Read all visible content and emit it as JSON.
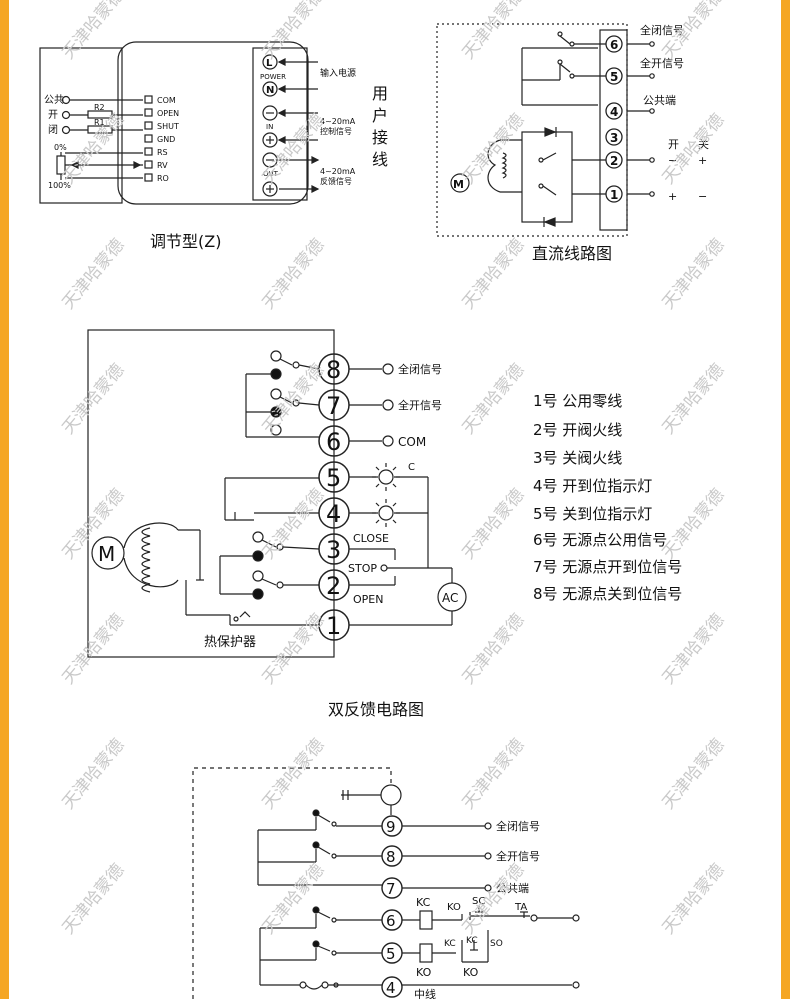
{
  "watermark": "天津哈蒙德",
  "regulating": {
    "caption": "调节型(Z)",
    "left_labels": [
      "公共",
      "开",
      "闭"
    ],
    "resistor_labels": [
      "R2",
      "R1"
    ],
    "pct_top": "0%",
    "pct_bottom": "100%",
    "pins": [
      "COM",
      "OPEN",
      "SHUT",
      "GND",
      "RS",
      "RV",
      "RO"
    ],
    "power_terms": [
      "L",
      "N"
    ],
    "power_label": "POWER",
    "in_label": "IN",
    "out_label": "OUT",
    "input_power": "输入电源",
    "ctrl_signal": [
      "4~20mA",
      "控制信号"
    ],
    "fb_signal": [
      "4~20mA",
      "反馈信号"
    ],
    "user_wiring": [
      "用",
      "户",
      "接",
      "线"
    ]
  },
  "dc": {
    "caption": "直流线路图",
    "terminals": [
      "6",
      "5",
      "4",
      "3",
      "2",
      "1"
    ],
    "labels": [
      "全闭信号",
      "全开信号",
      "公共端"
    ],
    "open": "开",
    "close": "关",
    "motor": "M"
  },
  "dual": {
    "caption": "双反馈电路图",
    "terminals": [
      "8",
      "7",
      "6",
      "5",
      "4",
      "3",
      "2",
      "1"
    ],
    "labels": [
      "全闭信号",
      "全开信号",
      "COM"
    ],
    "motor": "M",
    "c_label": "C",
    "close": "CLOSE",
    "stop": "STOP",
    "open": "OPEN",
    "ac": "AC",
    "thermal": "热保护器",
    "legend": [
      "1号  公用零线",
      "2号  开阀火线",
      "3号  关阀火线",
      "4号  开到位指示灯",
      "5号  关到位指示灯",
      "6号  无源点公用信号",
      "7号  无源点开到位信号",
      "8号  无源点关到位信号"
    ]
  },
  "third": {
    "terminals": [
      "9",
      "8",
      "7",
      "6",
      "5",
      "4"
    ],
    "labels": [
      "全闭信号",
      "全开信号",
      "公共端"
    ],
    "kc": "KC",
    "ko": "KO",
    "sc": "SC",
    "ta": "TA",
    "so": "SO",
    "neutral": "中线"
  }
}
